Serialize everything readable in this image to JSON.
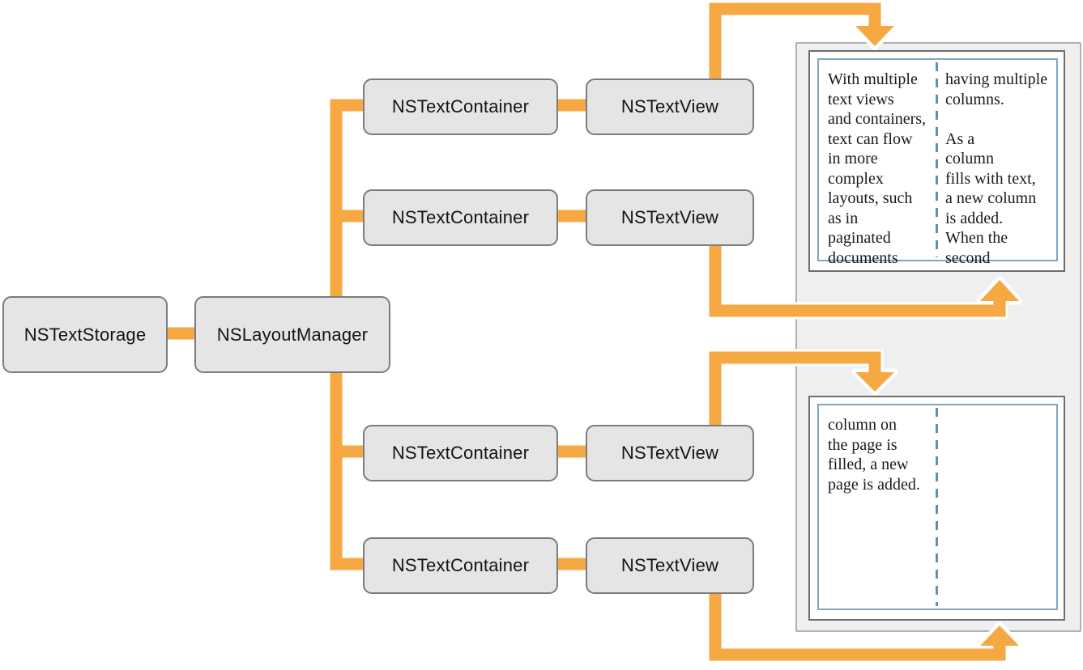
{
  "colors": {
    "connector": "#F6A843",
    "connector_outline": "#FFFFFF",
    "node_fill": "#E4E5E4",
    "node_border": "#7C7C7C",
    "panel_fill": "#EFEFEF",
    "panel_border": "#B1B1B1",
    "page_border": "#6E6E6E",
    "column_frame": "#7CA7C6",
    "column_divider": "#5E90BA"
  },
  "tree": {
    "storage_label": "NSTextStorage",
    "manager_label": "NSLayoutManager",
    "rows": [
      {
        "container_label": "NSTextContainer",
        "view_label": "NSTextView"
      },
      {
        "container_label": "NSTextContainer",
        "view_label": "NSTextView"
      },
      {
        "container_label": "NSTextContainer",
        "view_label": "NSTextView"
      },
      {
        "container_label": "NSTextContainer",
        "view_label": "NSTextView"
      }
    ]
  },
  "pages": [
    {
      "columns": [
        [
          "With multiple",
          "text views",
          "and containers,",
          "text can flow",
          "in more",
          "complex",
          "layouts, such",
          "as in",
          "paginated",
          "documents"
        ],
        [
          "having multiple",
          "columns.",
          "",
          "As a",
          "column",
          "fills with text,",
          "a new column",
          "is added.",
          "When the",
          "second"
        ]
      ]
    },
    {
      "columns": [
        [
          "column on",
          "the page is",
          "filled, a new",
          "page is added."
        ],
        []
      ]
    }
  ]
}
